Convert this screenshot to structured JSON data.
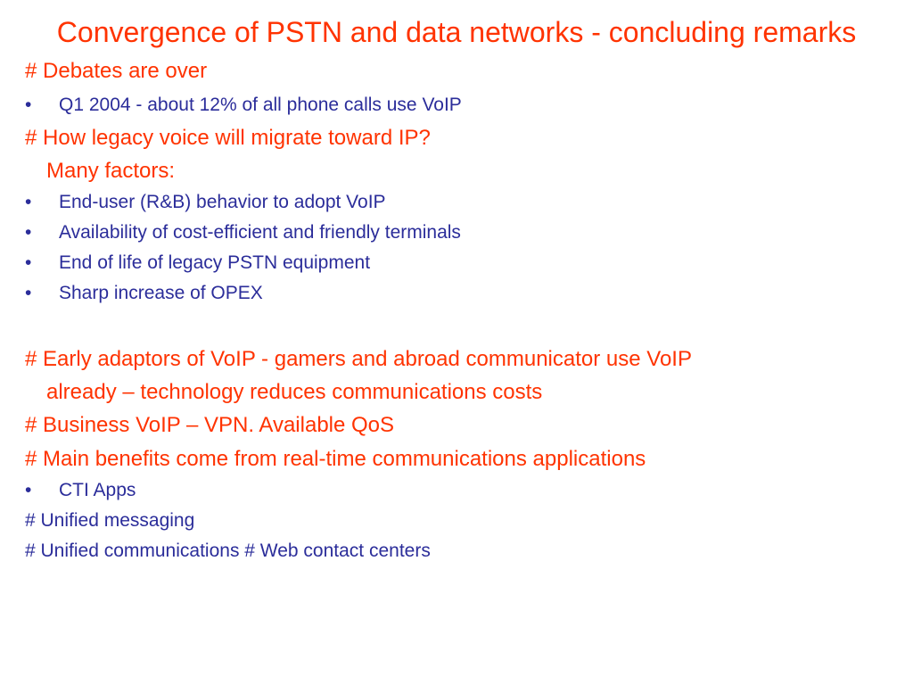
{
  "slide": {
    "title": "Convergence of PSTN and data networks - concluding remarks",
    "colors": {
      "heading": "#ff3300",
      "body": "#2b2d9a",
      "background": "#ffffff"
    },
    "bullet_glyph": "•",
    "lines": {
      "l1": "# Debates are over",
      "b1": "Q1 2004 - about 12% of all phone calls use VoIP",
      "l2": "# How legacy voice will migrate toward IP?",
      "l3": "Many factors:",
      "b2": "End-user (R&B) behavior to adopt VoIP",
      "b3": "Availability of cost-efficient and friendly terminals",
      "b4": "End of life of legacy PSTN equipment",
      "b5": "Sharp increase of OPEX",
      "l4": "# Early adaptors of VoIP - gamers and abroad communicator use VoIP",
      "l5": "already – technology reduces communications costs",
      "l6": "# Business VoIP – VPN. Available QoS",
      "l7": "# Main benefits come from real-time communications applications",
      "b6": "CTI Apps",
      "l8": "# Unified messaging",
      "l9": "# Unified communications # Web contact centers"
    }
  }
}
